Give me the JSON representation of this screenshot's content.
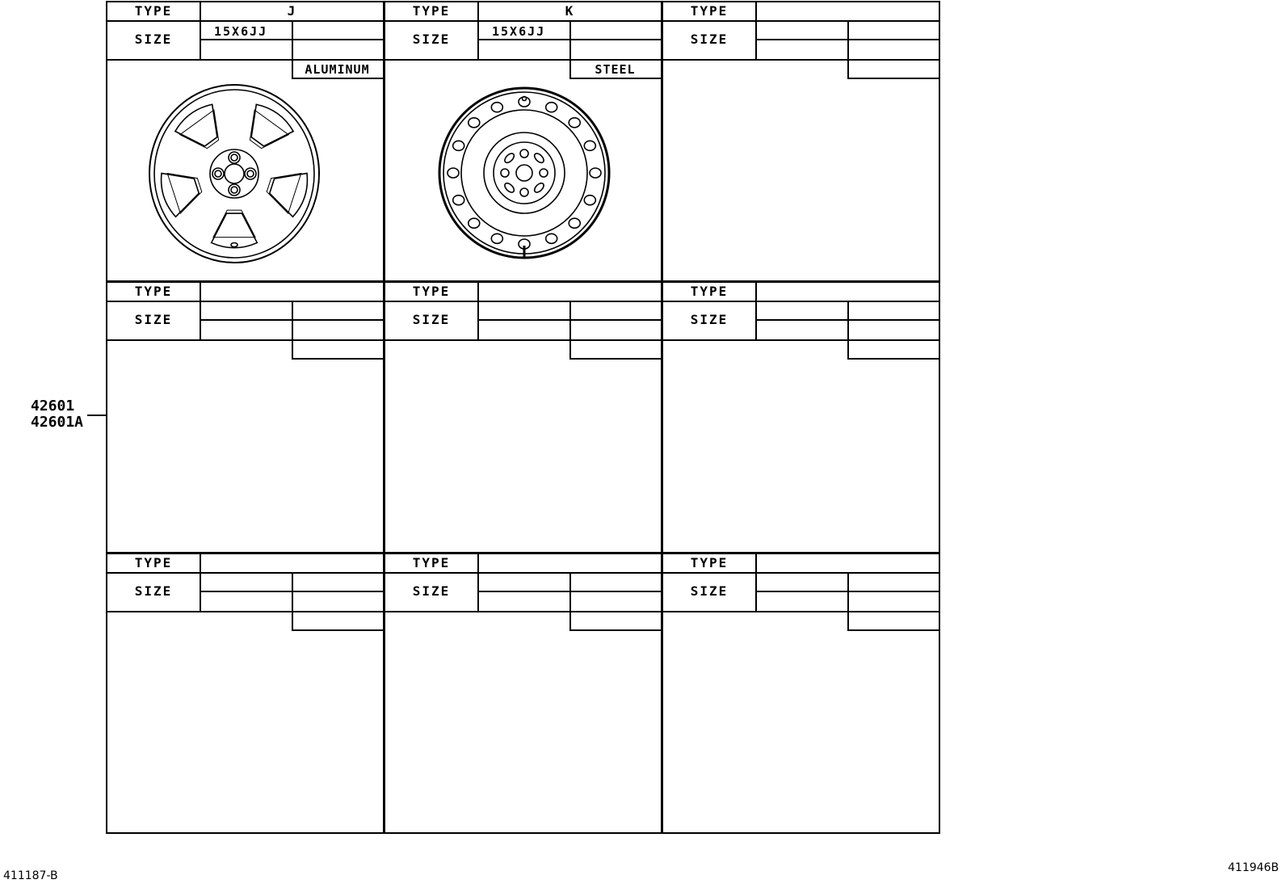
{
  "cells": [
    {
      "type_label": "TYPE",
      "type_value": "J",
      "size_label": "SIZE",
      "size_value": "15X6JJ",
      "material": "ALUMINUM",
      "image": "aluminum-wheel-icon"
    },
    {
      "type_label": "TYPE",
      "type_value": "K",
      "size_label": "SIZE",
      "size_value": "15X6JJ",
      "material": "STEEL",
      "image": "steel-wheel-icon"
    },
    {
      "type_label": "TYPE",
      "type_value": "",
      "size_label": "SIZE",
      "size_value": "",
      "material": "",
      "image": ""
    },
    {
      "type_label": "TYPE",
      "type_value": "",
      "size_label": "SIZE",
      "size_value": "",
      "material": "",
      "image": ""
    },
    {
      "type_label": "TYPE",
      "type_value": "",
      "size_label": "SIZE",
      "size_value": "",
      "material": "",
      "image": ""
    },
    {
      "type_label": "TYPE",
      "type_value": "",
      "size_label": "SIZE",
      "size_value": "",
      "material": "",
      "image": ""
    },
    {
      "type_label": "TYPE",
      "type_value": "",
      "size_label": "SIZE",
      "size_value": "",
      "material": "",
      "image": ""
    },
    {
      "type_label": "TYPE",
      "type_value": "",
      "size_label": "SIZE",
      "size_value": "",
      "material": "",
      "image": ""
    },
    {
      "type_label": "TYPE",
      "type_value": "",
      "size_label": "SIZE",
      "size_value": "",
      "material": "",
      "image": ""
    }
  ],
  "callout": {
    "part_1": "42601",
    "part_2": "42601A"
  },
  "footer": {
    "left_code": "411187-B",
    "right_code": "411946B"
  }
}
